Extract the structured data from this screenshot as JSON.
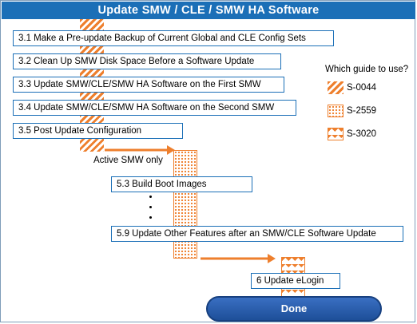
{
  "title": "Update SMW / CLE / SMW HA Software",
  "steps": {
    "s3_1": "3.1 Make a Pre-update Backup of Current Global and CLE Config Sets",
    "s3_2": "3.2 Clean Up SMW Disk Space Before a Software Update",
    "s3_3": "3.3 Update SMW/CLE/SMW HA Software on the First SMW",
    "s3_4": "3.4 Update SMW/CLE/SMW HA Software on the Second SMW",
    "s3_5": "3.5 Post Update Configuration",
    "s5_3": "5.3 Build Boot Images",
    "s5_9": "5.9 Update Other Features after an SMW/CLE Software Update",
    "s6": "6 Update eLogin"
  },
  "active_smw_note": "Active SMW only",
  "done_label": "Done",
  "legend": {
    "heading": "Which guide to use?",
    "items": [
      "S-0044",
      "S-2559",
      "S-3020"
    ]
  },
  "colors": {
    "accent": "#ee7f2d",
    "title_bar": "#1b6fb7",
    "done": "#1e4f99"
  }
}
